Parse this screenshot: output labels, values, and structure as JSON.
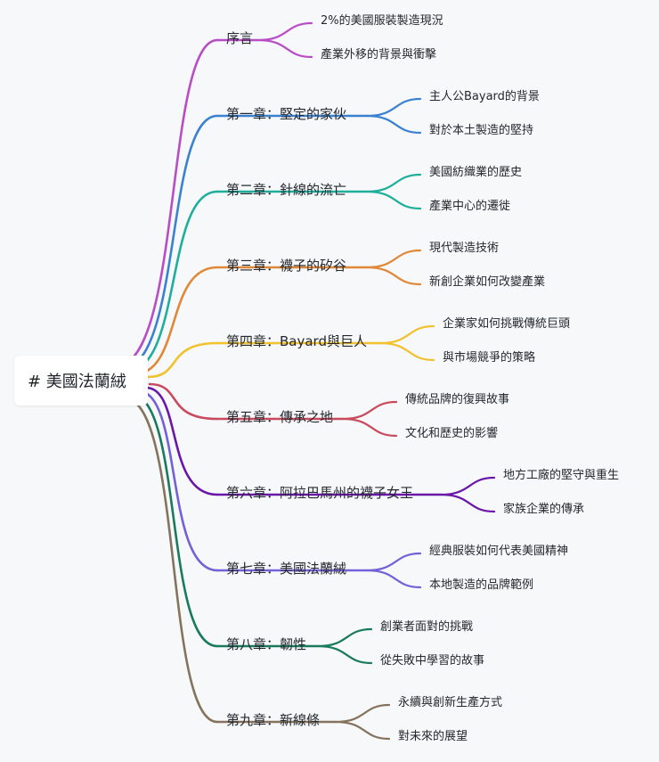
{
  "root": {
    "label": "# 美國法蘭絨"
  },
  "branches": [
    {
      "label": "序言",
      "color": "#b84dc6",
      "children": [
        "2%的美國服裝製造現況",
        "產業外移的背景與衝擊"
      ]
    },
    {
      "label": "第一章：堅定的家伙",
      "color": "#3a82d0",
      "children": [
        "主人公Bayard的背景",
        "對於本土製造的堅持"
      ]
    },
    {
      "label": "第二章：針線的流亡",
      "color": "#1fae9c",
      "children": [
        "美國紡織業的歷史",
        "產業中心的遷徙"
      ]
    },
    {
      "label": "第三章：襪子的矽谷",
      "color": "#e08838",
      "children": [
        "現代製造技術",
        "新創企業如何改變產業"
      ]
    },
    {
      "label": "第四章：Bayard與巨人",
      "color": "#f2c12e",
      "children": [
        "企業家如何挑戰傳統巨頭",
        "與市場競爭的策略"
      ]
    },
    {
      "label": "第五章：傳承之地",
      "color": "#c94a5c",
      "children": [
        "傳統品牌的復興故事",
        "文化和歷史的影響"
      ]
    },
    {
      "label": "第六章：阿拉巴馬州的襪子女王",
      "color": "#6a17a8",
      "children": [
        "地方工廠的堅守與重生",
        "家族企業的傳承"
      ]
    },
    {
      "label": "第七章：美國法蘭絨",
      "color": "#7361d8",
      "children": [
        "經典服裝如何代表美國精神",
        "本地製造的品牌範例"
      ]
    },
    {
      "label": "第八章：韌性",
      "color": "#1a7a5c",
      "children": [
        "創業者面對的挑戰",
        "從失敗中學習的故事"
      ]
    },
    {
      "label": "第九章：新線條",
      "color": "#85735d",
      "children": [
        "永續與創新生產方式",
        "對未來的展望"
      ]
    }
  ]
}
